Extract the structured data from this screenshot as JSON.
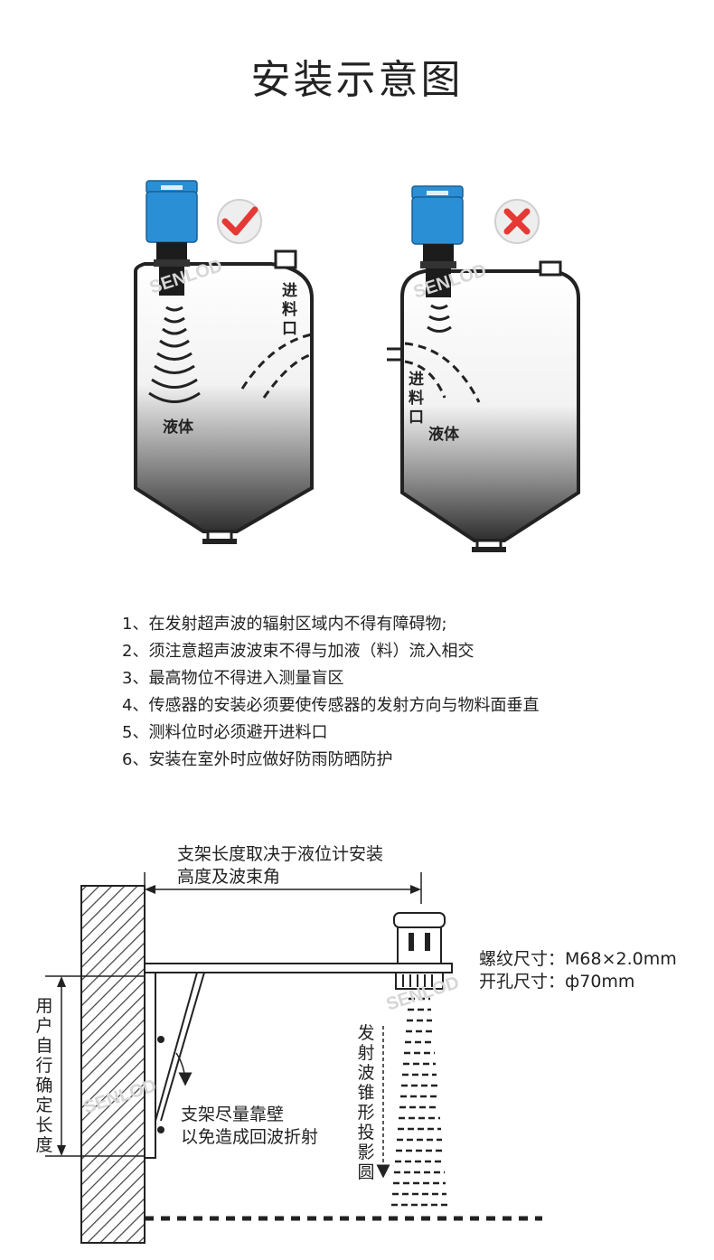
{
  "title": "安装示意图",
  "tanks": {
    "left": {
      "status_icon": "check-icon",
      "status_color": "#e53935",
      "inlet_label": "进料口",
      "liquid_label": "液体",
      "watermark": "SENLOD"
    },
    "right": {
      "status_icon": "cross-icon",
      "status_color": "#e53935",
      "inlet_label": "进料口",
      "liquid_label": "液体",
      "watermark": "SENLOD"
    }
  },
  "notes": [
    "1、在发射超声波的辐射区域内不得有障碍物;",
    "2、须注意超声波波束不得与加液（料）流入相交",
    "3、最高物位不得进入测量盲区",
    "4、传感器的安装必须要使传感器的发射方向与物料面垂直",
    "5、测料位时必须避开进料口",
    "6、安装在室外时应做好防雨防晒防护"
  ],
  "bracket": {
    "length_note_line1": "支架长度取决于液位计安装",
    "length_note_line2": "高度及波束角",
    "thread_size": "螺纹尺寸：M68×2.0mm",
    "hole_size": "开孔尺寸：ф70mm",
    "height_note": "用户自行确定长度",
    "wall_note_line1": "支架尽量靠壁",
    "wall_note_line2": "以免造成回波折射",
    "cone_note": "发射波锥形投影圆",
    "watermark": "SENLOD"
  },
  "colors": {
    "sensor_blue": "#2b8fd6",
    "tank_outline": "#222222",
    "liquid_dark": "#4a4a4a"
  }
}
